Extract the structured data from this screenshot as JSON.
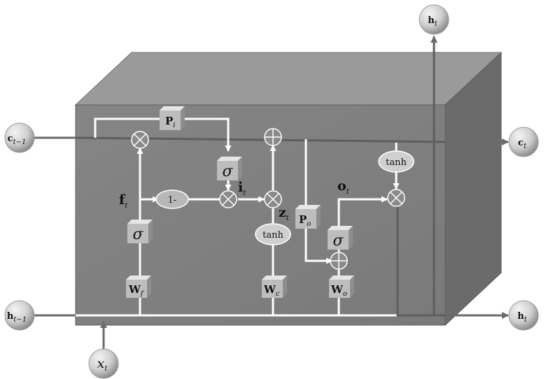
{
  "nodes": {
    "c_prev": {
      "main": "c",
      "sub": "t−1"
    },
    "h_prev": {
      "main": "h",
      "sub": "t−1"
    },
    "x": {
      "main": "x",
      "sub": "t"
    },
    "h_top": {
      "main": "h",
      "sub": "t"
    },
    "c_out": {
      "main": "c",
      "sub": "t"
    },
    "h_right": {
      "main": "h",
      "sub": "t"
    }
  },
  "blocks": {
    "pi": {
      "main": "P",
      "sub": "i"
    },
    "po": {
      "main": "P",
      "sub": "o"
    },
    "sigma_i": "σ",
    "sigma_f": "σ",
    "sigma_o": "σ",
    "wf": {
      "main": "W",
      "sub": "f"
    },
    "wc": {
      "main": "W",
      "sub": "c"
    },
    "wo": {
      "main": "W",
      "sub": "o"
    }
  },
  "ops": {
    "one_minus": "1-",
    "tanh_candidate": "tanh",
    "tanh_cell": "tanh"
  },
  "gates": {
    "f": {
      "main": "f",
      "sub": "t"
    },
    "i": {
      "main": "i",
      "sub": "t"
    },
    "z": {
      "main": "z",
      "sub": "t"
    },
    "o": {
      "main": "o",
      "sub": "t"
    }
  },
  "colors": {
    "cell_front": "#808080",
    "cell_top": "#9a9a9a",
    "cell_side": "#6b6b6b",
    "connection": "#ffffff",
    "external_line": "#6a6a6a"
  }
}
